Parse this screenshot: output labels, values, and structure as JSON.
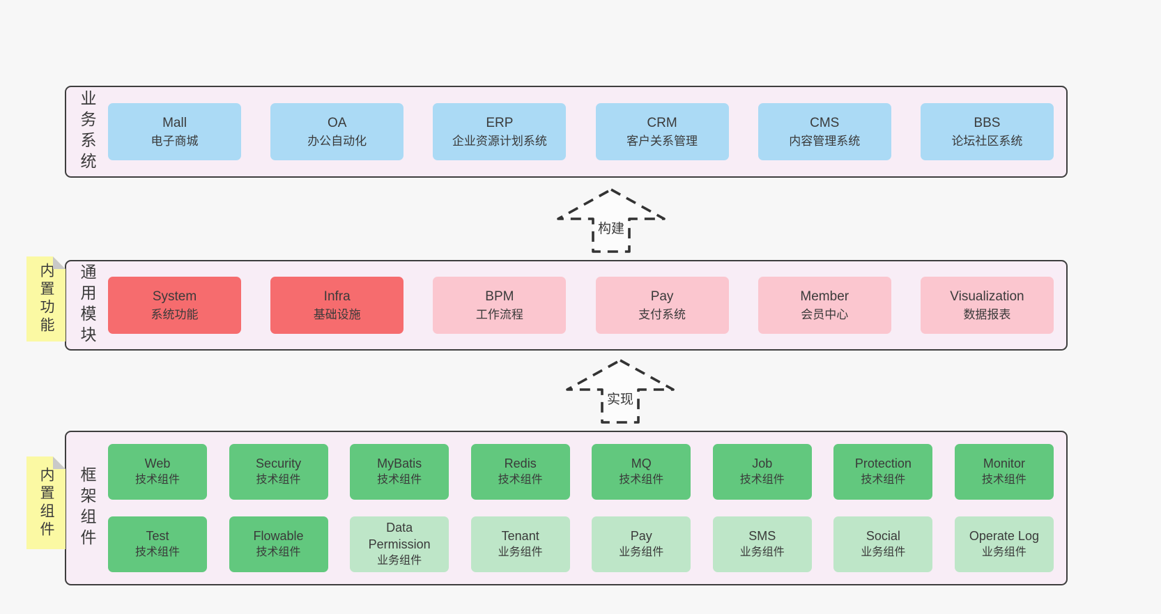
{
  "diagram": {
    "arrows": [
      {
        "label": "构建"
      },
      {
        "label": "实现"
      }
    ],
    "bands": [
      {
        "label": "业务系统",
        "boxes": [
          {
            "name": "Mall",
            "sub": "电子商城"
          },
          {
            "name": "OA",
            "sub": "办公自动化"
          },
          {
            "name": "ERP",
            "sub": "企业资源计划系统"
          },
          {
            "name": "CRM",
            "sub": "客户关系管理"
          },
          {
            "name": "CMS",
            "sub": "内容管理系统"
          },
          {
            "name": "BBS",
            "sub": "论坛社区系统"
          }
        ]
      },
      {
        "label": "通用模块",
        "sticky": "内置功能",
        "boxes": [
          {
            "name": "System",
            "sub": "系统功能"
          },
          {
            "name": "Infra",
            "sub": "基础设施"
          },
          {
            "name": "BPM",
            "sub": "工作流程"
          },
          {
            "name": "Pay",
            "sub": "支付系统"
          },
          {
            "name": "Member",
            "sub": "会员中心"
          },
          {
            "name": "Visualization",
            "sub": "数据报表"
          }
        ]
      },
      {
        "label": "框架组件",
        "sticky": "内置组件",
        "rows": [
          [
            {
              "name": "Web",
              "sub": "技术组件"
            },
            {
              "name": "Security",
              "sub": "技术组件"
            },
            {
              "name": "MyBatis",
              "sub": "技术组件"
            },
            {
              "name": "Redis",
              "sub": "技术组件"
            },
            {
              "name": "MQ",
              "sub": "技术组件"
            },
            {
              "name": "Job",
              "sub": "技术组件"
            },
            {
              "name": "Protection",
              "sub": "技术组件"
            },
            {
              "name": "Monitor",
              "sub": "技术组件"
            }
          ],
          [
            {
              "name": "Test",
              "sub": "技术组件"
            },
            {
              "name": "Flowable",
              "sub": "技术组件"
            },
            {
              "name": "Data Permission",
              "sub": "业务组件"
            },
            {
              "name": "Tenant",
              "sub": "业务组件"
            },
            {
              "name": "Pay",
              "sub": "业务组件"
            },
            {
              "name": "SMS",
              "sub": "业务组件"
            },
            {
              "name": "Social",
              "sub": "业务组件"
            },
            {
              "name": "Operate Log",
              "sub": "业务组件"
            }
          ]
        ]
      }
    ],
    "colors": {
      "page_bg": "#f7f7f7",
      "band_bg": "#f8edf6",
      "band_border": "#3e3e3e",
      "box_blue": "#abdaf5",
      "box_red": "#f66c6e",
      "box_pink": "#fbc6cf",
      "box_green": "#62c87e",
      "box_light_green": "#bee6c8",
      "sticky_yellow": "#fbf9a3",
      "sticky_fold": "#c9c9c9",
      "text": "#3a3a3a"
    }
  }
}
